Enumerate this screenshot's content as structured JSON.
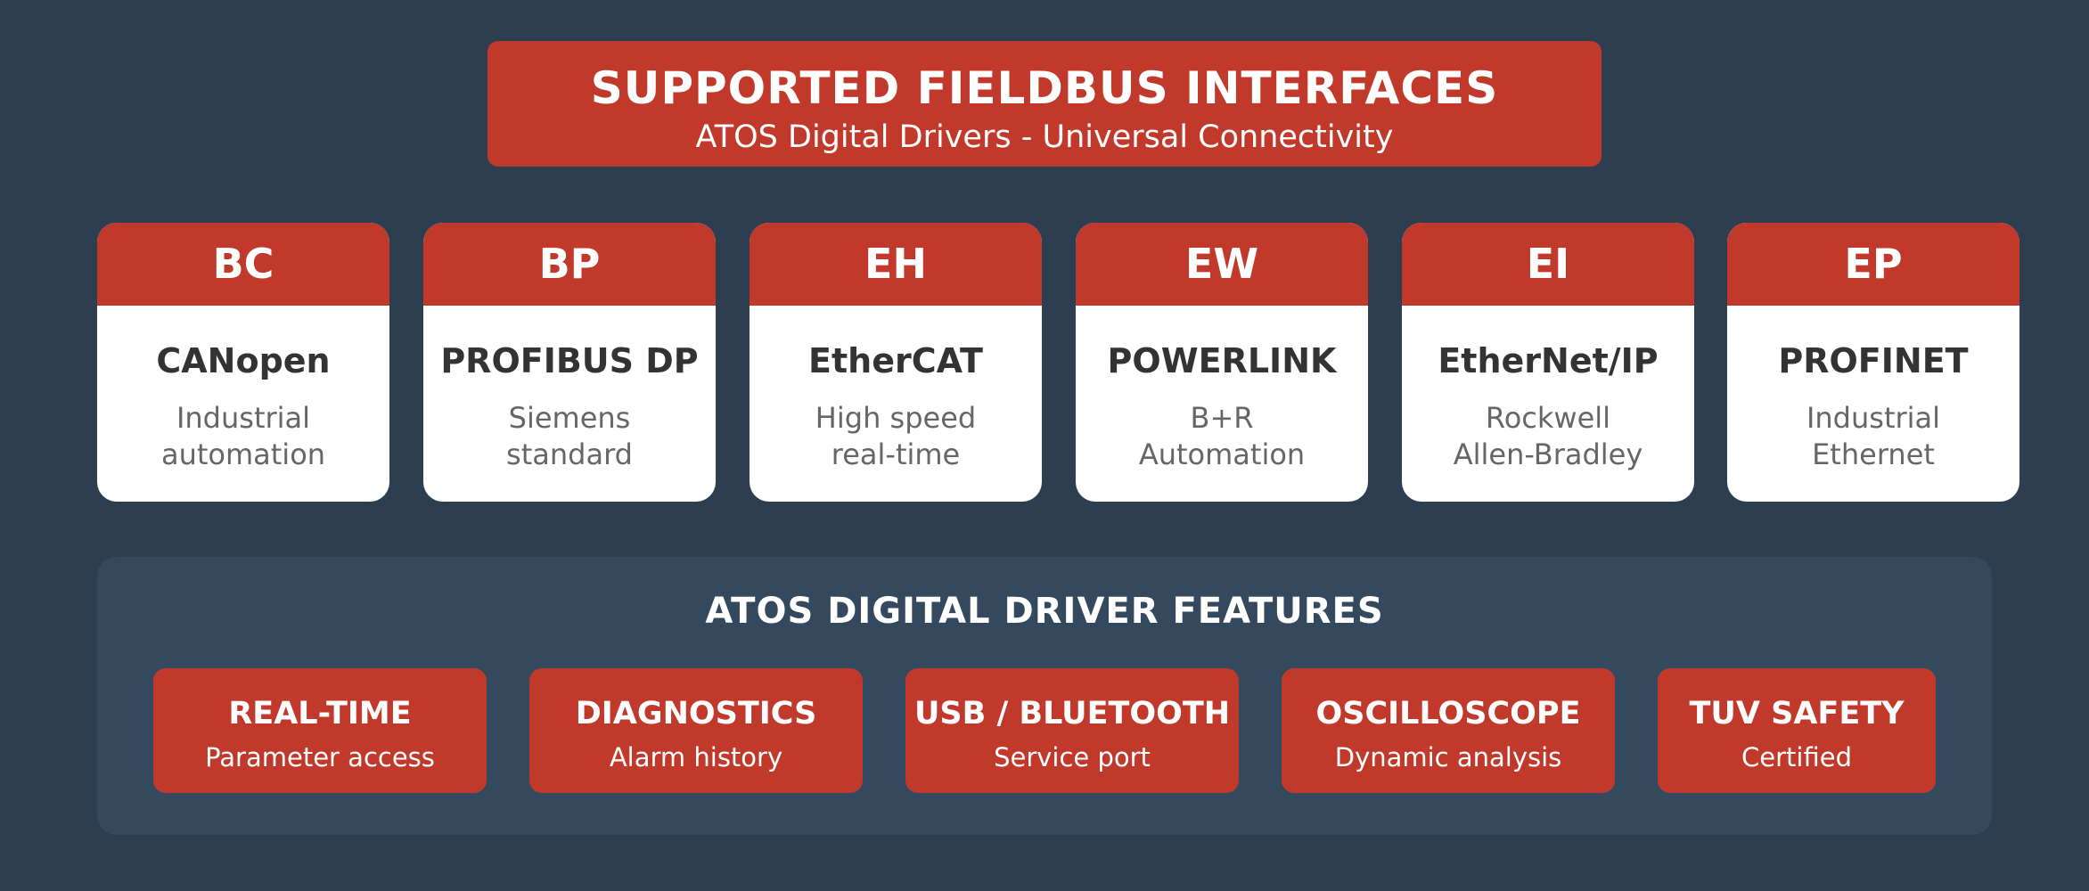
{
  "header": {
    "title": "SUPPORTED FIELDBUS INTERFACES",
    "subtitle": "ATOS Digital Drivers - Universal Connectivity"
  },
  "interfaces": [
    {
      "code": "BC",
      "name": "CANopen",
      "desc_line1": "Industrial",
      "desc_line2": "automation"
    },
    {
      "code": "BP",
      "name": "PROFIBUS DP",
      "desc_line1": "Siemens",
      "desc_line2": "standard"
    },
    {
      "code": "EH",
      "name": "EtherCAT",
      "desc_line1": "High speed",
      "desc_line2": "real-time"
    },
    {
      "code": "EW",
      "name": "POWERLINK",
      "desc_line1": "B+R",
      "desc_line2": "Automation"
    },
    {
      "code": "EI",
      "name": "EtherNet/IP",
      "desc_line1": "Rockwell",
      "desc_line2": "Allen-Bradley"
    },
    {
      "code": "EP",
      "name": "PROFINET",
      "desc_line1": "Industrial",
      "desc_line2": "Ethernet"
    }
  ],
  "features": {
    "title": "ATOS DIGITAL DRIVER FEATURES",
    "items": [
      {
        "name": "REAL-TIME",
        "desc": "Parameter access"
      },
      {
        "name": "DIAGNOSTICS",
        "desc": "Alarm history"
      },
      {
        "name": "USB / BLUETOOTH",
        "desc": "Service port"
      },
      {
        "name": "OSCILLOSCOPE",
        "desc": "Dynamic analysis"
      },
      {
        "name": "TUV SAFETY",
        "desc": "Certified"
      }
    ]
  },
  "colors": {
    "background": "#2d3e50",
    "panel": "#34495e",
    "accent": "#c0392b",
    "card": "#ffffff",
    "card_title": "#333333",
    "card_desc": "#666666"
  }
}
